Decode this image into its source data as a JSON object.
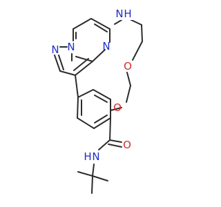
{
  "structure": {
    "atoms": [
      {
        "id": "nh1",
        "element": "N",
        "text": "N",
        "color": "#1f2dc8"
      },
      {
        "id": "h1",
        "element": "H",
        "text": "H",
        "color": "#1f2dc8"
      },
      {
        "id": "n_pyr",
        "element": "N",
        "text": "N",
        "color": "#1f2dc8"
      },
      {
        "id": "n_bridge",
        "element": "N",
        "text": "N",
        "color": "#1f2dc8"
      },
      {
        "id": "n_pz",
        "element": "N",
        "text": "N",
        "color": "#1f2dc8"
      },
      {
        "id": "o_ether",
        "element": "O",
        "text": "O",
        "color": "#d22d2d"
      },
      {
        "id": "o_aryl",
        "element": "O",
        "text": "O",
        "color": "#d22d2d"
      },
      {
        "id": "o_carbonyl",
        "element": "O",
        "text": "O",
        "color": "#d22d2d"
      },
      {
        "id": "n_amide",
        "element": "N",
        "text": "N",
        "color": "#1f2dc8"
      },
      {
        "id": "h_amide",
        "element": "H",
        "text": "H",
        "color": "#1f2dc8"
      }
    ],
    "bond_color": "#2b2b2b"
  }
}
